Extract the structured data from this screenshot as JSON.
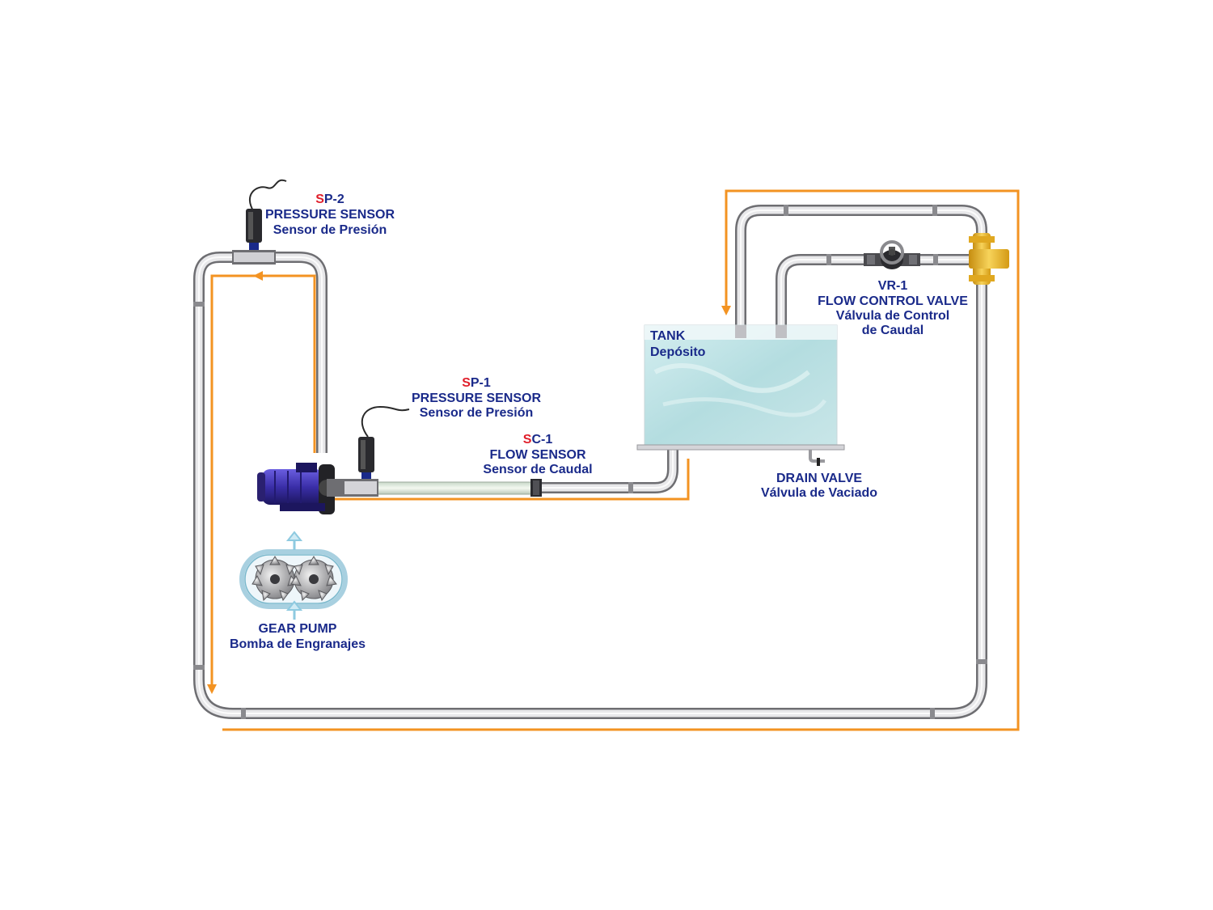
{
  "colors": {
    "pipe_light": "#e8e8ea",
    "pipe_dark": "#6e6e72",
    "flow_arrow": "#f39322",
    "label": "#1a2a8a",
    "label_accent": "#e01e2a",
    "pump_body": "#3a2ea8",
    "valve_yellow": "#f2b820",
    "tank_water": "#bfe3e6"
  },
  "labels": {
    "sp2": {
      "prefix": "S",
      "code": "P-2",
      "name": "PRESSURE SENSOR",
      "name_es": "Sensor de Presión"
    },
    "sp1": {
      "prefix": "S",
      "code": "P-1",
      "name": "PRESSURE SENSOR",
      "name_es": "Sensor de Presión"
    },
    "sc1": {
      "prefix": "S",
      "code": "C-1",
      "name": "FLOW SENSOR",
      "name_es": "Sensor de Caudal"
    },
    "tank": {
      "name": "TANK",
      "name_es": "Depósito"
    },
    "vr1": {
      "code": "VR-1",
      "name": "FLOW CONTROL VALVE",
      "name_es_1": "Válvula de Control",
      "name_es_2": "de Caudal"
    },
    "drain": {
      "name": "DRAIN VALVE",
      "name_es": "Válvula de Vaciado"
    },
    "gear_pump": {
      "name": "GEAR PUMP",
      "name_es": "Bomba de Engranajes"
    }
  }
}
